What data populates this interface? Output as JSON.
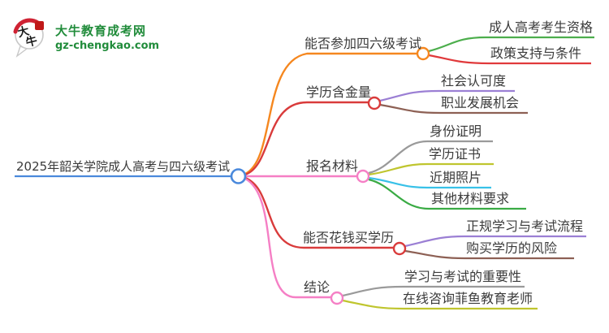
{
  "logo": {
    "icon_char_top": "大",
    "icon_char_bottom": "牛",
    "title": "大牛教育成考网",
    "subtitle": "gz-chengkao.com",
    "brand_color": "#218c3b",
    "seal_color": "#c01818",
    "arc_color": "#cf2233"
  },
  "mindmap": {
    "central": {
      "label": "2025年韶关学院成人高考与四六级考试",
      "color": "#4a89dc"
    },
    "branches": [
      {
        "label": "能否参加四六级考试",
        "color": "#f5871f",
        "children": [
          {
            "label": "成人高考考生资格",
            "color": "#4cae4c"
          },
          {
            "label": "政策支持与条件",
            "color": "#e0393b"
          }
        ]
      },
      {
        "label": "学历含金量",
        "color": "#d93b3b",
        "children": [
          {
            "label": "社会认可度",
            "color": "#9b7fd4"
          },
          {
            "label": "职业发展机会",
            "color": "#8d6054"
          }
        ]
      },
      {
        "label": "报名材料",
        "color": "#f57fc5",
        "children": [
          {
            "label": "身份证明",
            "color": "#9a9a9a"
          },
          {
            "label": "学历证书",
            "color": "#bfc52e"
          },
          {
            "label": "近期照片",
            "color": "#38c1e8"
          },
          {
            "label": "其他材料要求",
            "color": "#3aab44"
          }
        ]
      },
      {
        "label": "能否花钱买学历",
        "color": "#d93b3b",
        "children": [
          {
            "label": "正规学习与考试流程",
            "color": "#9b7fd4"
          },
          {
            "label": "购买学历的风险",
            "color": "#8d6054"
          }
        ]
      },
      {
        "label": "结论",
        "color": "#f57fc5",
        "children": [
          {
            "label": "学习与考试的重要性",
            "color": "#9a9a9a"
          },
          {
            "label": "在线咨询菲鱼教育老师",
            "color": "#bfc52e"
          }
        ]
      }
    ]
  }
}
